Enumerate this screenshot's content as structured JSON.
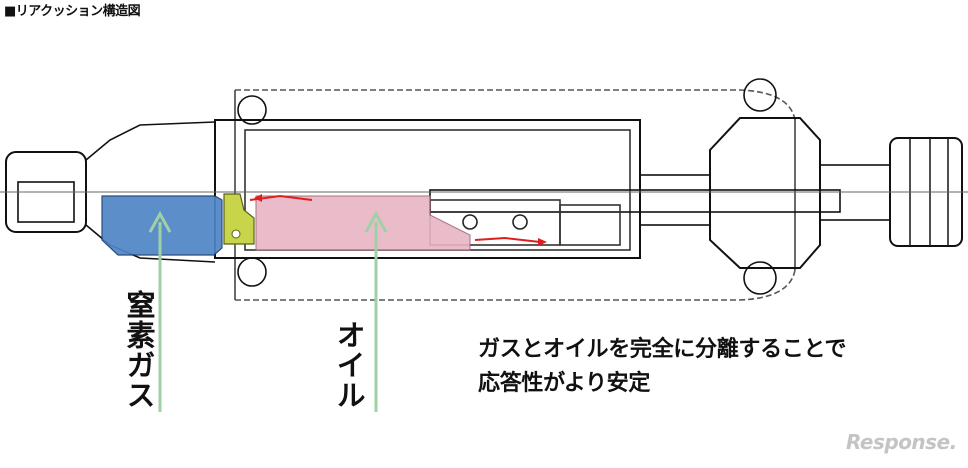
{
  "title": "■リアクッション構造図",
  "labels": {
    "nitrogen_gas": "窒素ガス",
    "oil": "オイル"
  },
  "note": {
    "line1": "ガスとオイルを完全に分離することで",
    "line2": "応答性がより安定"
  },
  "watermark": "Response.",
  "colors": {
    "gas_chamber": "#4f86c6",
    "oil_chamber": "#e8b4c3",
    "separator": "#c8d44a",
    "flow_arrow": "#e01e1e",
    "pointer_arrow": "#9fd0a6"
  }
}
